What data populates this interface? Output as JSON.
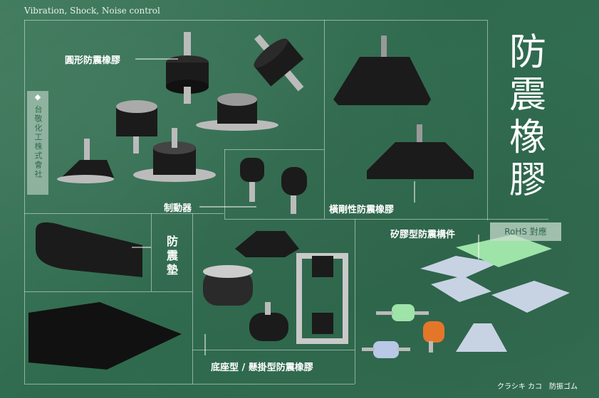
{
  "header": {
    "tagline": "Vibration, Shock, Noise control"
  },
  "title": {
    "chars": [
      "防",
      "震",
      "橡",
      "膠"
    ]
  },
  "company": {
    "name": "台敬化工株式會社"
  },
  "labels": {
    "round_mount": "圓形防震橡膠",
    "stopper": "制動器",
    "lateral_mount": "橫剛性防震橡膠",
    "pad": [
      "防",
      "震",
      "墊"
    ],
    "silicone": "矽膠型防震構件",
    "base_hanger": "底座型 / 懸掛型防震橡膠"
  },
  "badge": {
    "rohs": "RoHS 對應"
  },
  "footer": {
    "text": "クラシキ カコ　防振ゴム"
  },
  "colors": {
    "background": "#346f53",
    "rubber": "#1b1b1b",
    "metal": "#c9c9c9",
    "silicone_green": "#9ee3a8",
    "silicone_orange": "#e4762a"
  }
}
